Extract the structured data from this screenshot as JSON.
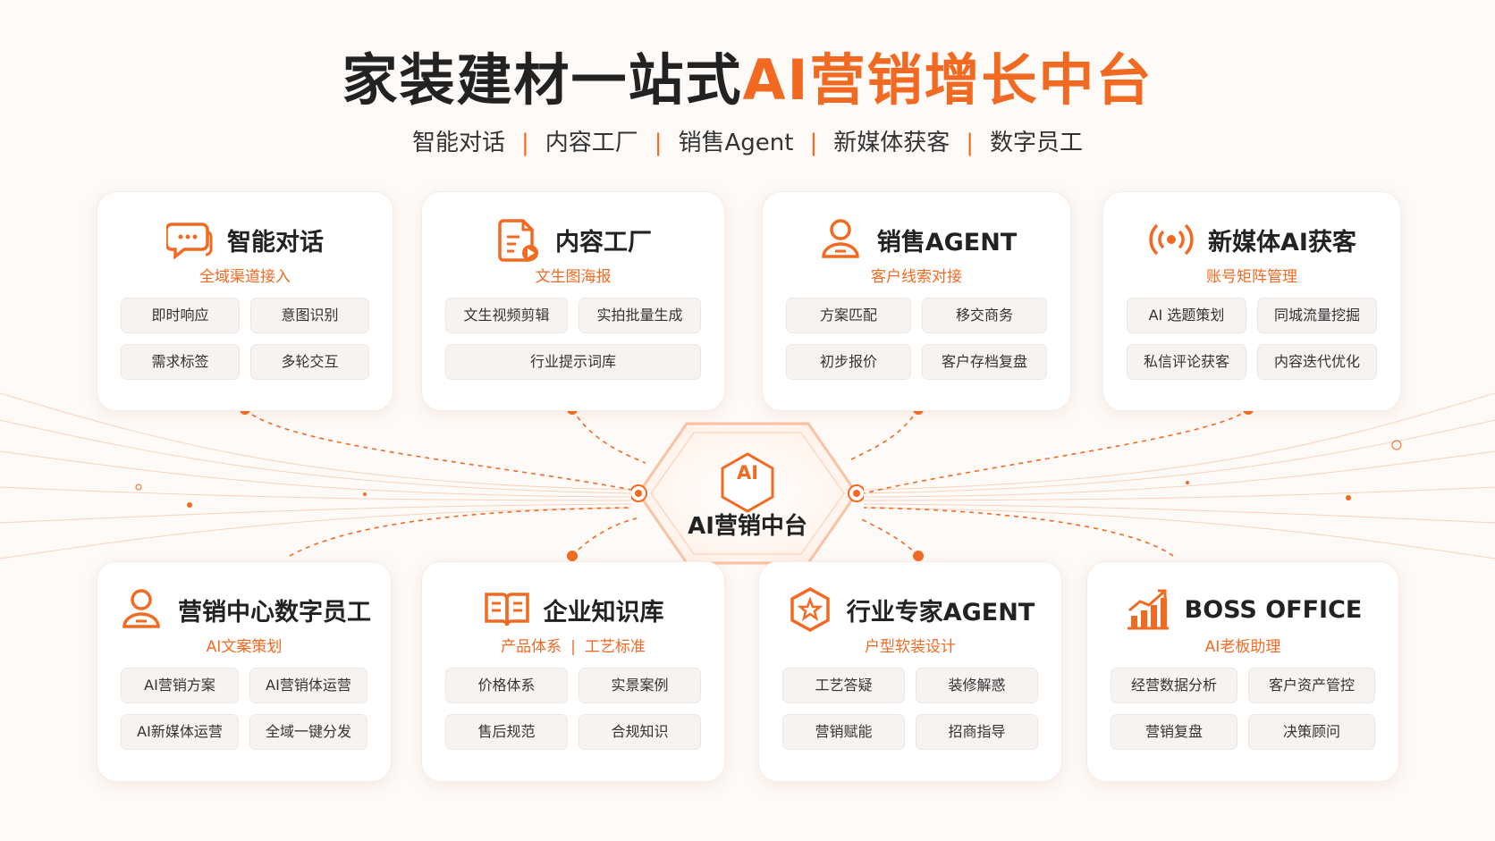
{
  "header": {
    "title_prefix": "家装建材一站式",
    "title_highlight": "AI营销增长中台",
    "tags": [
      "智能对话",
      "内容工厂",
      "销售Agent",
      "新媒体获客",
      "数字员工"
    ],
    "separator": "|"
  },
  "hub": {
    "badge": "AI",
    "label": "AI营销中台"
  },
  "cards": [
    {
      "title": "智能对话",
      "icon": "chat-bubble-icon",
      "subs": [
        "全域渠道接入"
      ],
      "chips": [
        "即时响应",
        "意图识别",
        "需求标签",
        "多轮交互"
      ]
    },
    {
      "title": "内容工厂",
      "icon": "document-video-icon",
      "subs": [
        "文生图海报"
      ],
      "chips": [
        "文生视频剪辑",
        "实拍批量生成",
        "行业提示词库"
      ]
    },
    {
      "title": "销售AGENT",
      "icon": "user-icon",
      "subs": [
        "客户线索对接"
      ],
      "chips": [
        "方案匹配",
        "移交商务",
        "初步报价",
        "客户存档复盘"
      ]
    },
    {
      "title": "新媒体AI获客",
      "icon": "broadcast-icon",
      "subs": [
        "账号矩阵管理"
      ],
      "chips": [
        "AI 选题策划",
        "同城流量挖掘",
        "私信评论获客",
        "内容迭代优化"
      ]
    },
    {
      "title": "营销中心数字员工",
      "icon": "user-icon",
      "subs": [
        "AI文案策划"
      ],
      "chips": [
        "AI营销方案",
        "AI营销体运营",
        "AI新媒体运营",
        "全域一键分发"
      ]
    },
    {
      "title": "企业知识库",
      "icon": "open-book-icon",
      "subs": [
        "产品体系",
        "工艺标准"
      ],
      "chips": [
        "价格体系",
        "实景案例",
        "售后规范",
        "合规知识"
      ]
    },
    {
      "title": "行业专家AGENT",
      "icon": "star-hexagon-icon",
      "subs": [
        "户型软装设计"
      ],
      "chips": [
        "工艺答疑",
        "装修解惑",
        "营销赋能",
        "招商指导"
      ]
    },
    {
      "title": "BOSS OFFICE",
      "icon": "growth-chart-icon",
      "subs": [
        "AI老板助理"
      ],
      "chips": [
        "经营数据分析",
        "客户资产管控",
        "营销复盘",
        "决策顾问"
      ]
    }
  ],
  "colors": {
    "accent": "#f26a21",
    "text": "#222222",
    "chip_bg": "#f6f3f1"
  }
}
